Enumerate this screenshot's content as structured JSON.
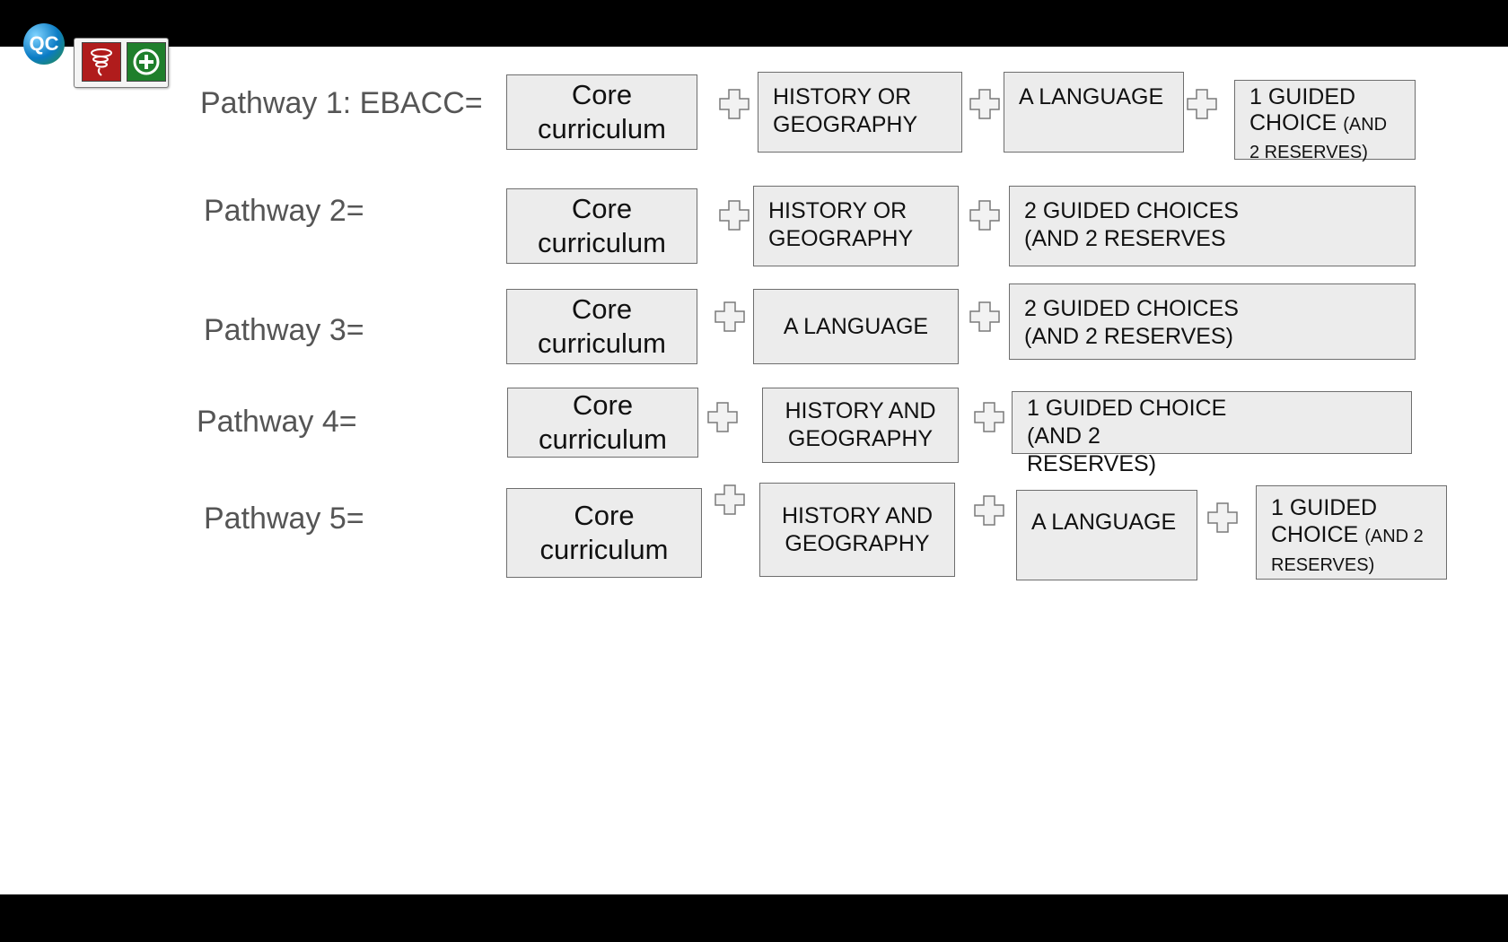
{
  "toolbar": {
    "logo_text": "QC",
    "buttons": [
      "tornado-icon",
      "plus-circle-icon"
    ]
  },
  "core": "Core curriculum",
  "pathways": [
    {
      "label": "Pathway 1: EBACC=",
      "items": [
        {
          "main": "HISTORY OR GEOGRAPHY"
        },
        {
          "main": "A LANGUAGE"
        },
        {
          "main": "1 GUIDED CHOICE",
          "small": "(AND 2 RESERVES)"
        }
      ]
    },
    {
      "label": "Pathway 2=",
      "items": [
        {
          "main": "HISTORY OR GEOGRAPHY"
        },
        {
          "main": "2 GUIDED CHOICES (AND 2 RESERVES"
        }
      ]
    },
    {
      "label": "Pathway 3=",
      "items": [
        {
          "main": "A LANGUAGE"
        },
        {
          "main": "2 GUIDED CHOICES (AND 2 RESERVES)"
        }
      ]
    },
    {
      "label": "Pathway 4=",
      "items": [
        {
          "main": "HISTORY AND GEOGRAPHY"
        },
        {
          "main": "1 GUIDED CHOICE (AND 2 RESERVES)"
        }
      ]
    },
    {
      "label": "Pathway 5=",
      "items": [
        {
          "main": "HISTORY AND GEOGRAPHY"
        },
        {
          "main": "A LANGUAGE"
        },
        {
          "main": "1 GUIDED CHOICE",
          "small": "(AND 2 RESERVES)"
        }
      ]
    }
  ]
}
